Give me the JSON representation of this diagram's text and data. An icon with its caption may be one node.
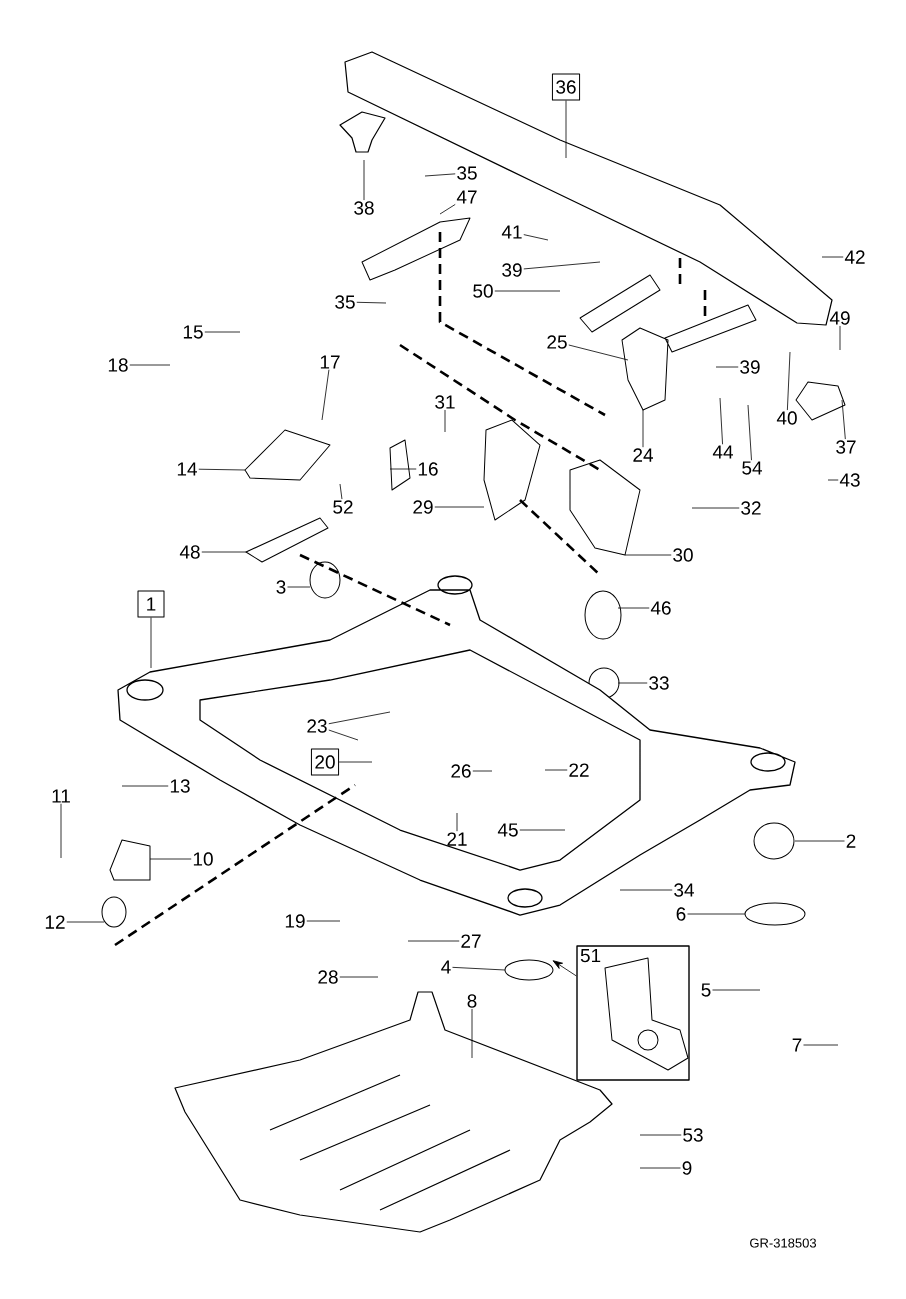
{
  "diagram": {
    "nodes": [
      {
        "text": [
          "36"
        ]
      },
      {
        "text": [
          "35"
        ]
      },
      {
        "text": [
          "47"
        ]
      },
      {
        "text": [
          "38"
        ]
      },
      {
        "text": [
          "41"
        ]
      },
      {
        "text": [
          "42"
        ]
      },
      {
        "text": [
          "39"
        ]
      },
      {
        "text": [
          "50"
        ]
      },
      {
        "text": [
          "35"
        ]
      },
      {
        "text": [
          "15"
        ]
      },
      {
        "text": [
          "49"
        ]
      },
      {
        "text": [
          "25"
        ]
      },
      {
        "text": [
          "18"
        ]
      },
      {
        "text": [
          "17"
        ]
      },
      {
        "text": [
          "39"
        ]
      },
      {
        "text": [
          "31"
        ]
      },
      {
        "text": [
          "40"
        ]
      },
      {
        "text": [
          "37"
        ]
      },
      {
        "text": [
          "24"
        ]
      },
      {
        "text": [
          "44"
        ]
      },
      {
        "text": [
          "54"
        ]
      },
      {
        "text": [
          "43"
        ]
      },
      {
        "text": [
          "14"
        ]
      },
      {
        "text": [
          "16"
        ]
      },
      {
        "text": [
          "52"
        ]
      },
      {
        "text": [
          "29"
        ]
      },
      {
        "text": [
          "32"
        ]
      },
      {
        "text": [
          "48"
        ]
      },
      {
        "text": [
          "30"
        ]
      },
      {
        "text": [
          "3"
        ]
      },
      {
        "text": [
          "1"
        ]
      },
      {
        "text": [
          "46"
        ]
      },
      {
        "text": [
          "33"
        ]
      },
      {
        "text": [
          "23"
        ]
      },
      {
        "text": [
          "20"
        ]
      },
      {
        "text": [
          "26"
        ]
      },
      {
        "text": [
          "22"
        ]
      },
      {
        "text": [
          "13"
        ]
      },
      {
        "text": [
          "11"
        ]
      },
      {
        "text": [
          "21"
        ]
      },
      {
        "text": [
          "45"
        ]
      },
      {
        "text": [
          "2"
        ]
      },
      {
        "text": [
          "10"
        ]
      },
      {
        "text": [
          "34"
        ]
      },
      {
        "text": [
          "19"
        ]
      },
      {
        "text": [
          "6"
        ]
      },
      {
        "text": [
          "12"
        ]
      },
      {
        "text": [
          "27"
        ]
      },
      {
        "text": [
          "51"
        ]
      },
      {
        "text": [
          "4"
        ]
      },
      {
        "text": [
          "28"
        ]
      },
      {
        "text": [
          "8"
        ]
      },
      {
        "text": [
          "5"
        ]
      },
      {
        "text": [
          "7"
        ]
      },
      {
        "text": [
          "53"
        ]
      },
      {
        "text": [
          "9"
        ]
      }
    ],
    "edges": [
      {
        "from": 0,
        "to": null,
        "arrow": "none"
      },
      {
        "from": 1,
        "to": null,
        "arrow": "none"
      },
      {
        "from": 2,
        "to": null,
        "arrow": "none"
      },
      {
        "from": 3,
        "to": null,
        "arrow": "none"
      },
      {
        "from": 4,
        "to": null,
        "arrow": "none"
      },
      {
        "from": 5,
        "to": null,
        "arrow": "none"
      },
      {
        "from": 6,
        "to": null,
        "arrow": "none"
      },
      {
        "from": 7,
        "to": null,
        "arrow": "none"
      },
      {
        "from": 8,
        "to": null,
        "arrow": "none"
      },
      {
        "from": 9,
        "to": null,
        "arrow": "none"
      },
      {
        "from": 10,
        "to": null,
        "arrow": "none"
      },
      {
        "from": 11,
        "to": null,
        "arrow": "none"
      },
      {
        "from": 12,
        "to": null,
        "arrow": "none"
      },
      {
        "from": 13,
        "to": null,
        "arrow": "none"
      },
      {
        "from": 14,
        "to": null,
        "arrow": "none"
      },
      {
        "from": 15,
        "to": null,
        "arrow": "none"
      },
      {
        "from": 16,
        "to": null,
        "arrow": "none"
      },
      {
        "from": 17,
        "to": null,
        "arrow": "none"
      },
      {
        "from": 18,
        "to": null,
        "arrow": "none"
      },
      {
        "from": 19,
        "to": null,
        "arrow": "none"
      },
      {
        "from": 20,
        "to": null,
        "arrow": "none"
      },
      {
        "from": 21,
        "to": null,
        "arrow": "none"
      },
      {
        "from": 22,
        "to": null,
        "arrow": "none"
      },
      {
        "from": 23,
        "to": null,
        "arrow": "none"
      },
      {
        "from": 24,
        "to": null,
        "arrow": "none"
      },
      {
        "from": 25,
        "to": null,
        "arrow": "none"
      },
      {
        "from": 26,
        "to": null,
        "arrow": "none"
      },
      {
        "from": 27,
        "to": null,
        "arrow": "none"
      },
      {
        "from": 28,
        "to": null,
        "arrow": "none"
      },
      {
        "from": 29,
        "to": null,
        "arrow": "none"
      },
      {
        "from": 30,
        "to": null,
        "arrow": "none"
      },
      {
        "from": 31,
        "to": null,
        "arrow": "none"
      },
      {
        "from": 32,
        "to": null,
        "arrow": "none"
      },
      {
        "from": 33,
        "to": null,
        "arrow": "none"
      },
      {
        "from": 33,
        "to": null,
        "arrow": "none"
      },
      {
        "from": 34,
        "to": null,
        "arrow": "none"
      },
      {
        "from": 35,
        "to": null,
        "arrow": "none"
      },
      {
        "from": 36,
        "to": null,
        "arrow": "none"
      },
      {
        "from": 37,
        "to": null,
        "arrow": "none"
      },
      {
        "from": 38,
        "to": null,
        "arrow": "none"
      },
      {
        "from": 39,
        "to": null,
        "arrow": "none"
      },
      {
        "from": 40,
        "to": null,
        "arrow": "none"
      },
      {
        "from": 41,
        "to": null,
        "arrow": "none"
      },
      {
        "from": 42,
        "to": null,
        "arrow": "none"
      },
      {
        "from": 43,
        "to": null,
        "arrow": "none"
      },
      {
        "from": 44,
        "to": null,
        "arrow": "none"
      },
      {
        "from": 45,
        "to": null,
        "arrow": "none"
      },
      {
        "from": 46,
        "to": null,
        "arrow": "none"
      },
      {
        "from": 47,
        "to": null,
        "arrow": "none"
      },
      {
        "from": 48,
        "to": null,
        "arrow": "to"
      },
      {
        "from": 49,
        "to": null,
        "arrow": "none"
      },
      {
        "from": 50,
        "to": null,
        "arrow": "none"
      },
      {
        "from": 51,
        "to": null,
        "arrow": "none"
      },
      {
        "from": 52,
        "to": null,
        "arrow": "none"
      },
      {
        "from": 53,
        "to": null,
        "arrow": "none"
      },
      {
        "from": 54,
        "to": null,
        "arrow": "none"
      },
      {
        "from": 55,
        "to": null,
        "arrow": "none"
      }
    ],
    "labels": [
      "GR-318503"
    ]
  }
}
